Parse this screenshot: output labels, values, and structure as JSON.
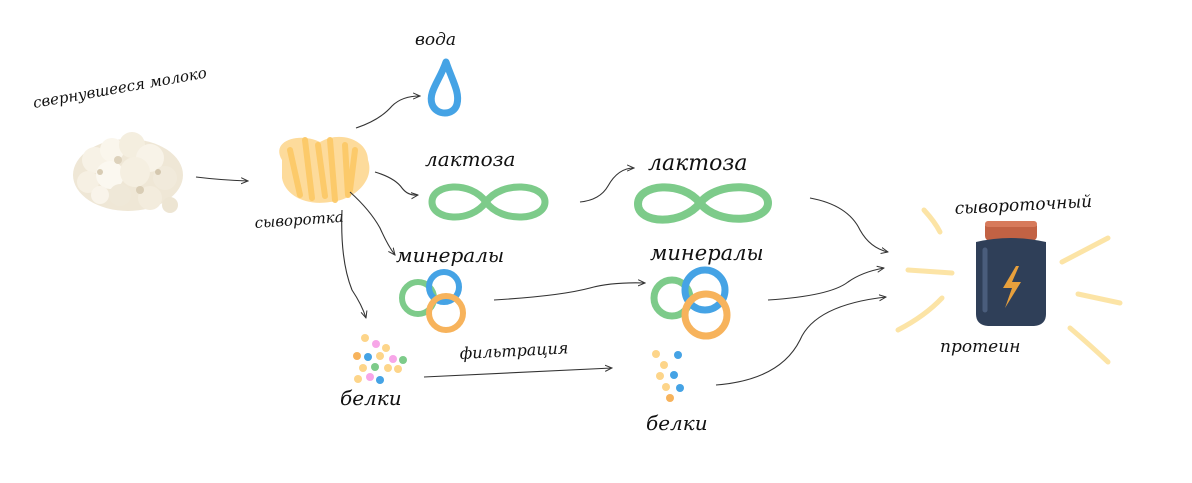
{
  "labels": {
    "curdled_milk": "свернувшееся молоко",
    "whey": "сыворотка",
    "water": "вода",
    "lactose_1": "лактоза",
    "minerals_1": "минералы",
    "proteins_1": "белки",
    "filtration": "фильтрация",
    "lactose_2": "лактоза",
    "minerals_2": "минералы",
    "proteins_2": "белки",
    "product": "сывороточный",
    "product_2": "протеин"
  },
  "colors": {
    "whey": "#FDD58A",
    "water": "#45A3E5",
    "lactose": "#7DCB8A",
    "mineral_blue": "#45A3E5",
    "mineral_green": "#7DCB8A",
    "mineral_orange": "#F7B35C",
    "jar_body": "#2F3F58",
    "jar_lid": "#C26244",
    "bolt": "#E8A03C",
    "glow": "#FCE4A6",
    "arrow": "#333333"
  },
  "icons": [
    "curd-pile-icon",
    "whey-blob-icon",
    "water-drop-icon",
    "lactose-infinity-icon",
    "minerals-rings-icon",
    "protein-dots-icon",
    "protein-jar-icon"
  ]
}
